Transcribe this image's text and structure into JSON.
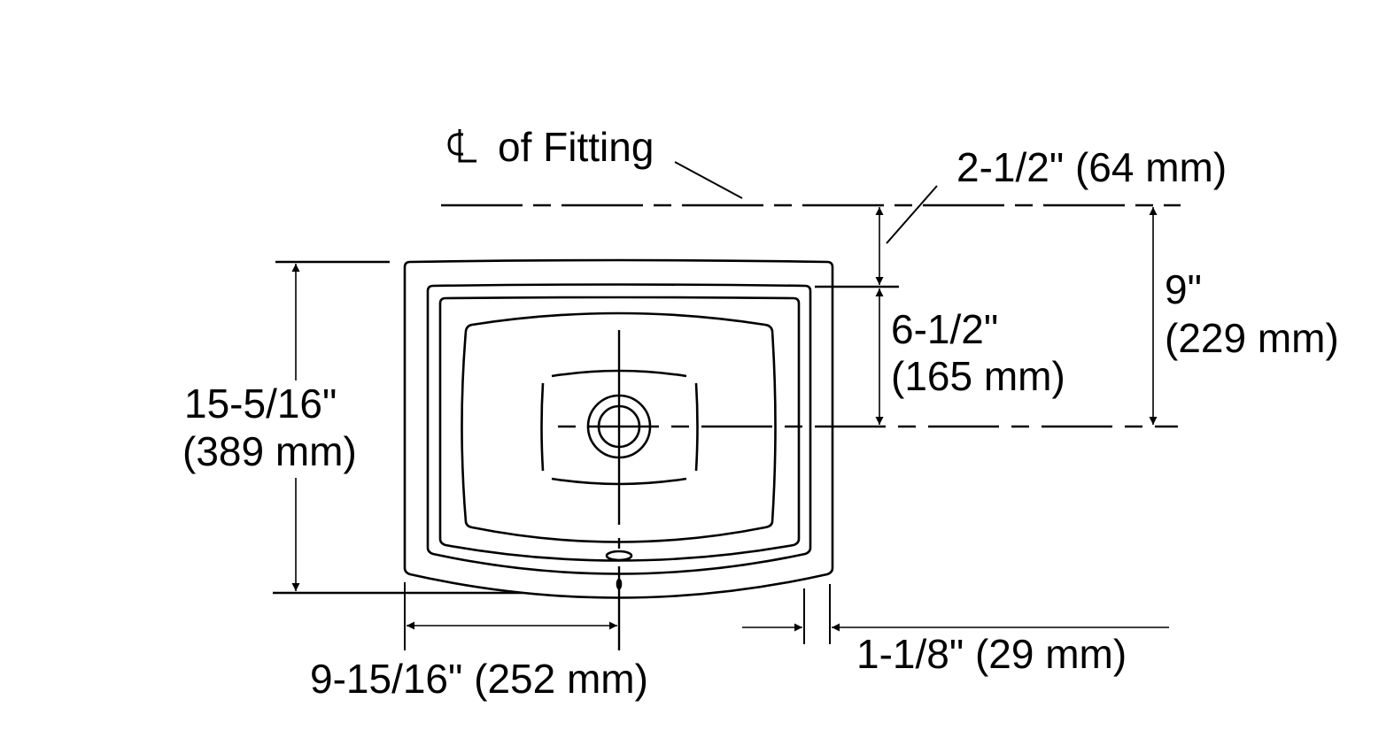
{
  "diagram": {
    "centerline_symbol": "℄",
    "centerline_label": "of Fitting",
    "dimensions": {
      "fitting_offset": "2-1/2\" (64 mm)",
      "deck_to_drain_in": "6-1/2\"",
      "deck_to_drain_mm": "(165 mm)",
      "fitting_to_drain_in": "9\"",
      "fitting_to_drain_mm": "(229 mm)",
      "overall_depth_in": "15-5/16\"",
      "overall_depth_mm": "(389 mm)",
      "half_width": "9-15/16\" (252 mm)",
      "rim_width": "1-1/8\" (29 mm)"
    },
    "colors": {
      "line": "#000000",
      "background": "#ffffff"
    }
  }
}
